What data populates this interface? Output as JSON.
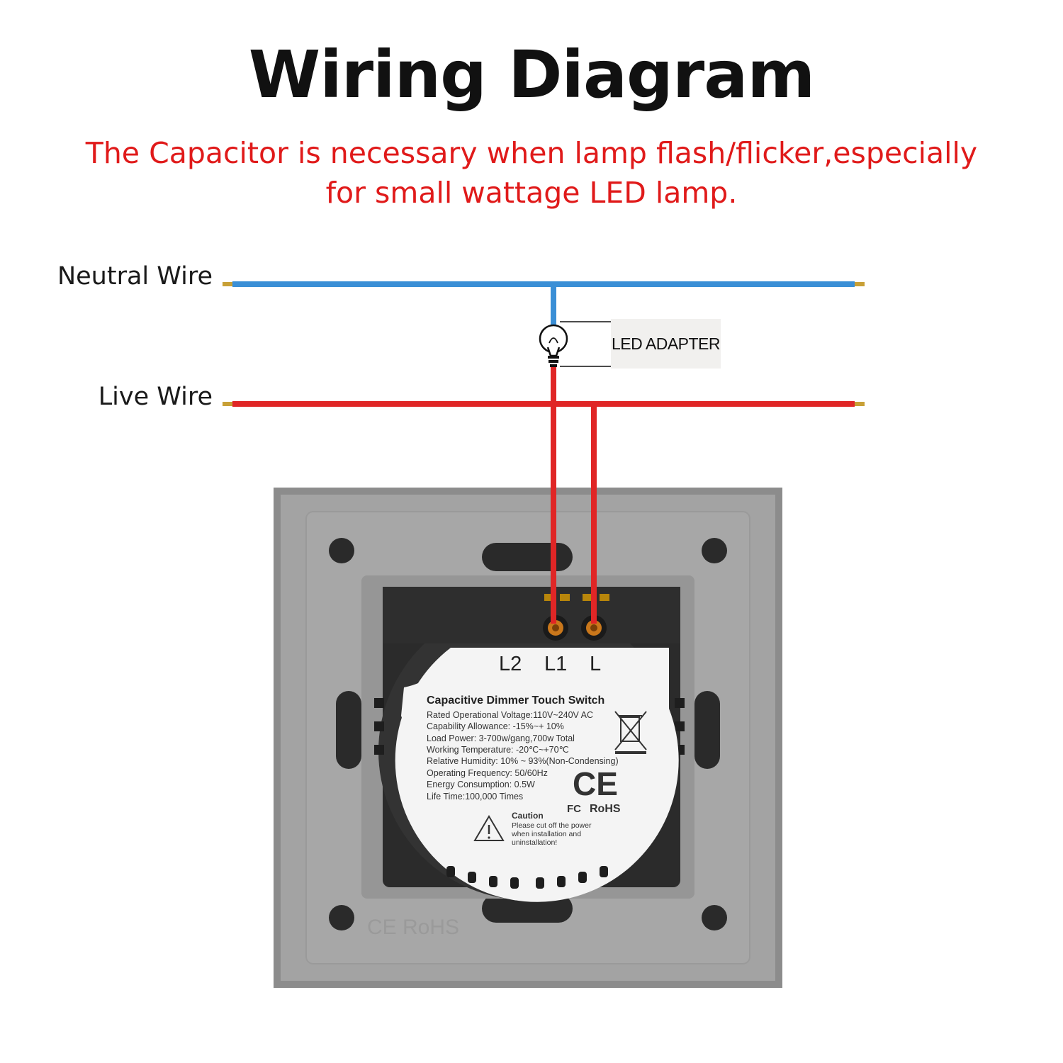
{
  "header": {
    "title": "Wiring Diagram",
    "subtitle_line1": "The Capacitor is necessary when lamp flash/flicker,especially",
    "subtitle_line2": "for small wattage LED lamp."
  },
  "wires": {
    "neutral_label": "Neutral Wire",
    "live_label": "Live Wire",
    "neutral_color": "#3a8fd6",
    "live_color": "#e02626"
  },
  "adapter": {
    "label": "LED ADAPTER",
    "icon": "light-bulb-icon"
  },
  "switch": {
    "terminals": [
      "L2",
      "L1",
      "L"
    ],
    "sticker": {
      "title": "Capacitive Dimmer Touch Switch",
      "specs": [
        "Rated Operational Voltage:110V~240V AC",
        "Capability Allowance: -15%~+ 10%",
        "Load Power: 3-700w/gang,700w Total",
        "Working Temperature: -20℃~+70℃",
        "Relative Humidity: 10% ~ 93%(Non-Condensing)",
        "Operating Frequency: 50/60Hz",
        "Energy Consumption: 0.5W",
        "Life Time:100,000 Times"
      ],
      "ce_mark": "CE",
      "fc_mark": "FC",
      "rohs_mark": "RoHS",
      "caution_title": "Caution",
      "caution_lines": [
        "Please cut off the power",
        "when installation and",
        "uninstallation!"
      ],
      "icons": [
        "weee-bin-icon",
        "warning-triangle-icon"
      ]
    },
    "embossed_mark": "CE RoHS"
  }
}
